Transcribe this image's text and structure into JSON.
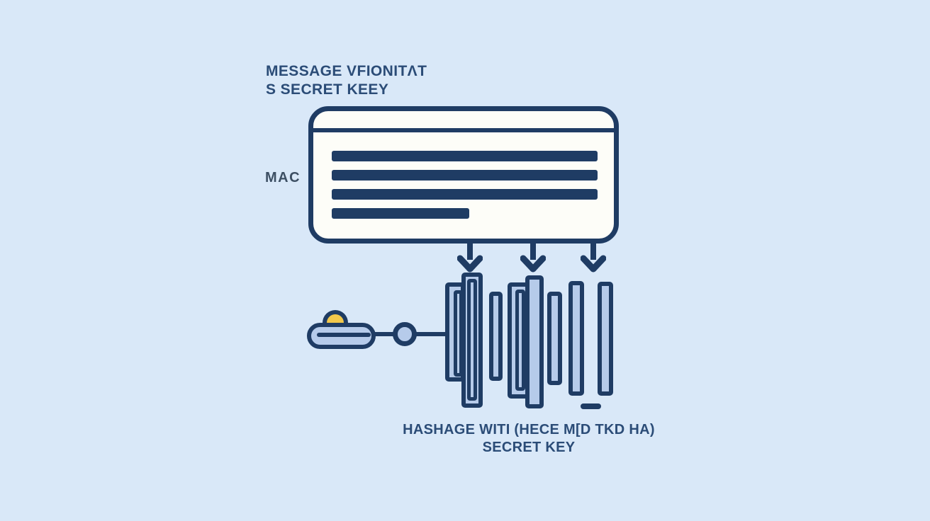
{
  "colors": {
    "background": "#d9e8f8",
    "outline": "#1f3c64",
    "fill_light": "#b6cbea",
    "doc_fill": "#fdfdf8",
    "accent_yellow": "#f2c84b",
    "text": "#2b4c77",
    "mac_text": "#3d4f63"
  },
  "labels": {
    "top_caption_line1": "MESSAGE VFIONITΛT",
    "top_caption_line2": "S SECRET KEEY",
    "mac_label": "MAC",
    "bottom_caption_line1": "HASHAGE WITI (HECE M[D TKD HA)",
    "bottom_caption_line2": "SECRET KEY"
  },
  "diagram": {
    "document_text_lines_full": 3,
    "document_text_lines_short": 1,
    "down_arrows": 3,
    "hash_bars": 8
  }
}
